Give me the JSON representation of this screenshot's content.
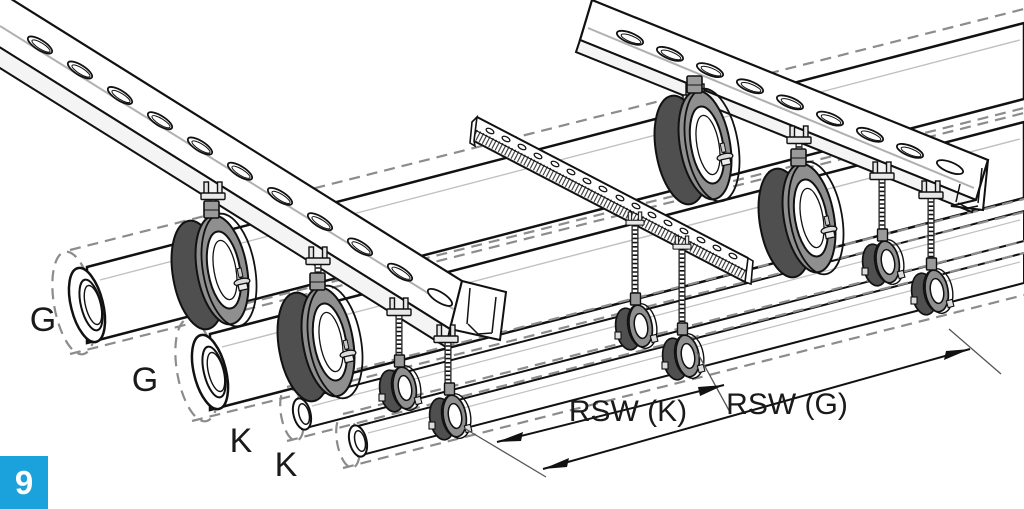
{
  "figure": {
    "badge_number": "9"
  },
  "pipe_labels": {
    "g1": "G",
    "g2": "G",
    "k1": "K",
    "k2": "K"
  },
  "dimension_labels": {
    "rsw_k": "RSW (K)",
    "rsw_g": "RSW (G)"
  },
  "colors": {
    "background": "#ffffff",
    "line": "#1a1a1a",
    "badge_blue": "#1ba2dc",
    "badge_text": "#ffffff",
    "insulation_dark": "#4f4f4f",
    "insulation_mid": "#8f8f8f",
    "metal_light": "#e8e8e8",
    "dash_gray": "#8c8c8c"
  }
}
